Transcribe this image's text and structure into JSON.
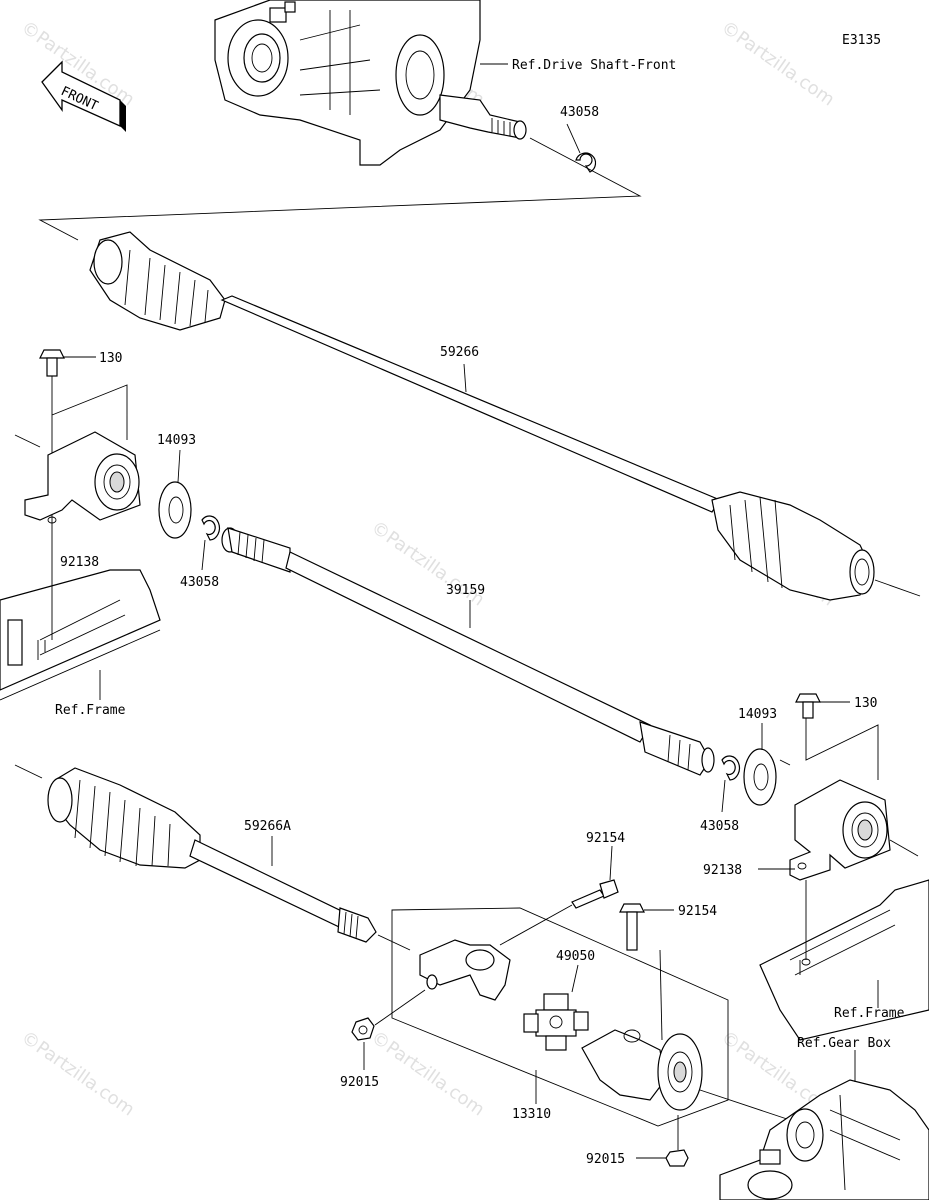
{
  "diagram_code": "E3135",
  "watermark_text": "©Partzilla.com",
  "front_arrow_label": "FRONT",
  "refs": {
    "drive_shaft_front": "Ref.Drive Shaft-Front",
    "frame_left": "Ref.Frame",
    "frame_right": "Ref.Frame",
    "gear_box": "Ref.Gear Box"
  },
  "parts": {
    "p43058_top": "43058",
    "p59266": "59266",
    "p130_left": "130",
    "p14093_left": "14093",
    "p92138_left": "92138",
    "p43058_left": "43058",
    "p39159": "39159",
    "p130_right": "130",
    "p14093_right": "14093",
    "p43058_right": "43058",
    "p92138_right": "92138",
    "p59266A": "59266A",
    "p92154_top": "92154",
    "p92154_right": "92154",
    "p49050": "49050",
    "p92015_left": "92015",
    "p13310": "13310",
    "p92015_bottom": "92015"
  }
}
